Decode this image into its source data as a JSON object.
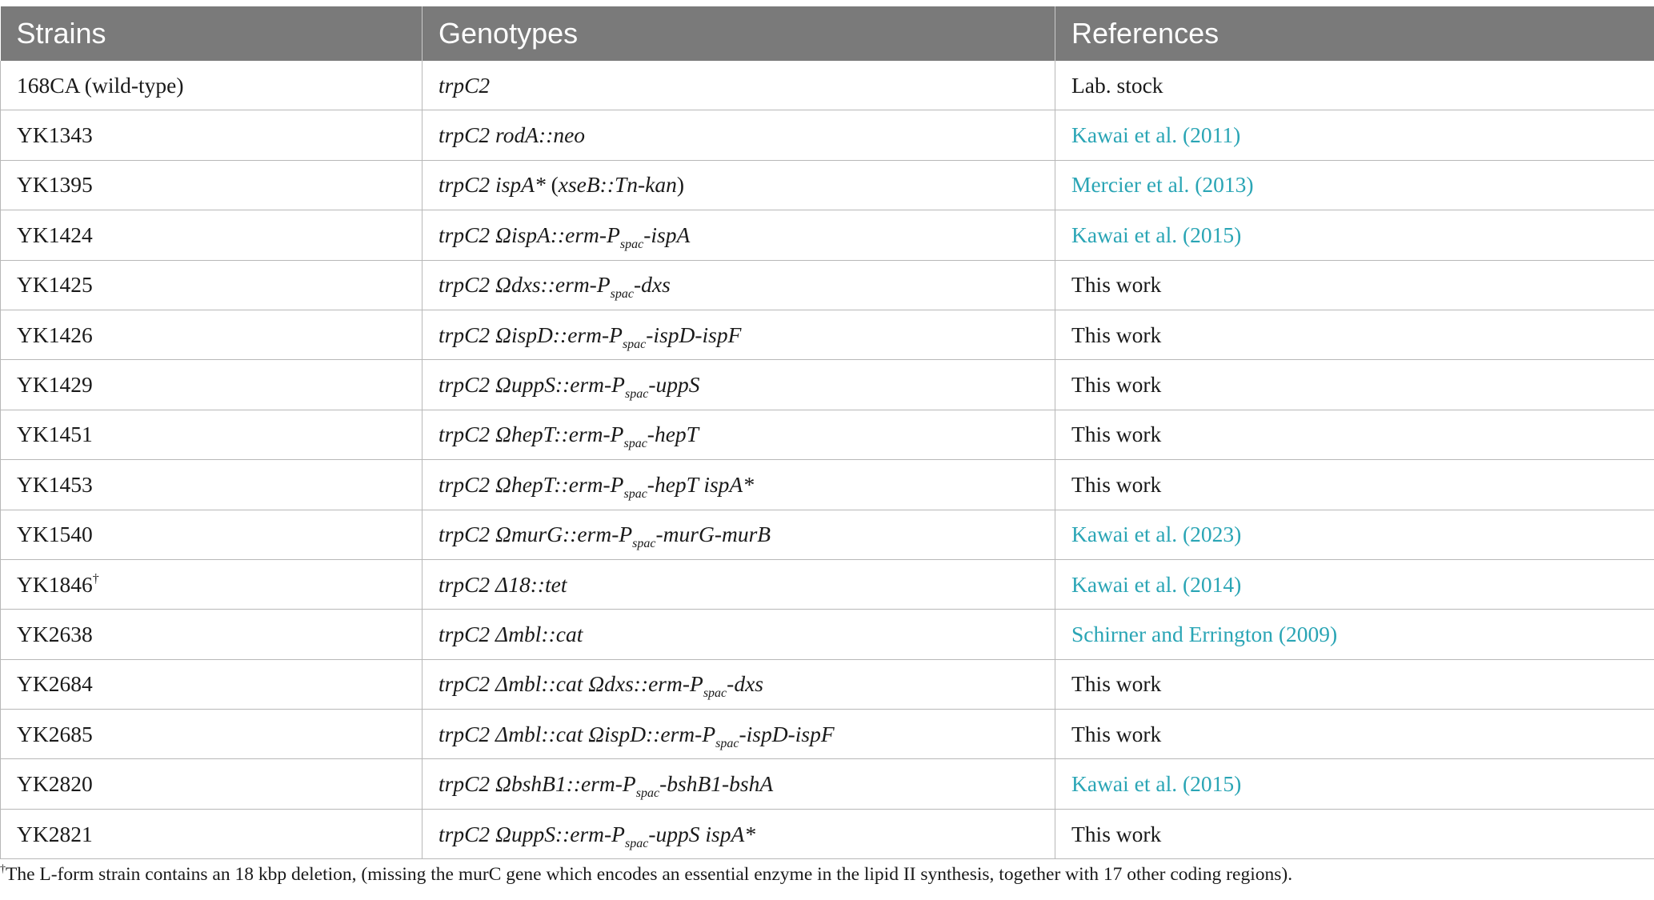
{
  "table": {
    "headers": [
      "Strains",
      "Genotypes",
      "References"
    ],
    "rows": [
      {
        "strain": "168CA (wild-type)",
        "genotype": [
          "trpC2"
        ],
        "reference": "Lab. stock",
        "ref_link": false
      },
      {
        "strain": "YK1343",
        "genotype": [
          "trpC2 rodA::neo"
        ],
        "reference": "Kawai et al. (2011)",
        "ref_link": true
      },
      {
        "strain": "YK1395",
        "genotype": [
          "trpC2 ispA* (xseB::Tn-kan)"
        ],
        "reference": "Mercier et al. (2013)",
        "ref_link": true
      },
      {
        "strain": "YK1424",
        "genotype": [
          "trpC2 ΩispA::erm-P",
          "spac",
          "-ispA"
        ],
        "reference": "Kawai et al. (2015)",
        "ref_link": true
      },
      {
        "strain": "YK1425",
        "genotype": [
          "trpC2 Ωdxs::erm-P",
          "spac",
          "-dxs"
        ],
        "reference": "This work",
        "ref_link": false
      },
      {
        "strain": "YK1426",
        "genotype": [
          "trpC2 ΩispD::erm-P",
          "spac",
          "-ispD-ispF"
        ],
        "reference": "This work",
        "ref_link": false
      },
      {
        "strain": "YK1429",
        "genotype": [
          "trpC2 ΩuppS::erm-P",
          "spac",
          "-uppS"
        ],
        "reference": "This work",
        "ref_link": false
      },
      {
        "strain": "YK1451",
        "genotype": [
          "trpC2 ΩhepT::erm-P",
          "spac",
          "-hepT"
        ],
        "reference": "This work",
        "ref_link": false
      },
      {
        "strain": "YK1453",
        "genotype": [
          "trpC2 ΩhepT::erm-P",
          "spac",
          "-hepT ispA*"
        ],
        "reference": "This work",
        "ref_link": false
      },
      {
        "strain": "YK1540",
        "genotype": [
          "trpC2 ΩmurG::erm-P",
          "spac",
          "-murG-murB"
        ],
        "reference": "Kawai et al. (2023)",
        "ref_link": true
      },
      {
        "strain": "YK1846",
        "strain_mark": "†",
        "genotype": [
          "trpC2 Δ18::tet"
        ],
        "reference": "Kawai et al. (2014)",
        "ref_link": true
      },
      {
        "strain": "YK2638",
        "genotype": [
          "trpC2 Δmbl::cat"
        ],
        "reference": "Schirner and Errington (2009)",
        "ref_link": true
      },
      {
        "strain": "YK2684",
        "genotype": [
          "trpC2 Δmbl::cat Ωdxs::erm-P",
          "spac",
          "-dxs"
        ],
        "reference": "This work",
        "ref_link": false
      },
      {
        "strain": "YK2685",
        "genotype": [
          "trpC2 Δmbl::cat ΩispD::erm-P",
          "spac",
          "-ispD-ispF"
        ],
        "reference": "This work",
        "ref_link": false
      },
      {
        "strain": "YK2820",
        "genotype": [
          "trpC2 ΩbshB1::erm-P",
          "spac",
          "-bshB1-bshA"
        ],
        "reference": "Kawai et al. (2015)",
        "ref_link": true
      },
      {
        "strain": "YK2821",
        "genotype": [
          "trpC2 ΩuppS::erm-P",
          "spac",
          "-uppS ispA*"
        ],
        "reference": "This work",
        "ref_link": false
      }
    ]
  },
  "footnote": {
    "mark": "†",
    "text": "The L-form strain contains an 18 kbp deletion, (missing the murC gene which encodes an essential enzyme in the lipid II synthesis, together with 17 other coding regions)."
  },
  "colors": {
    "header_bg": "#7a7a7a",
    "header_text": "#ffffff",
    "link": "#2aa5b5",
    "border": "#b8b8b8"
  }
}
